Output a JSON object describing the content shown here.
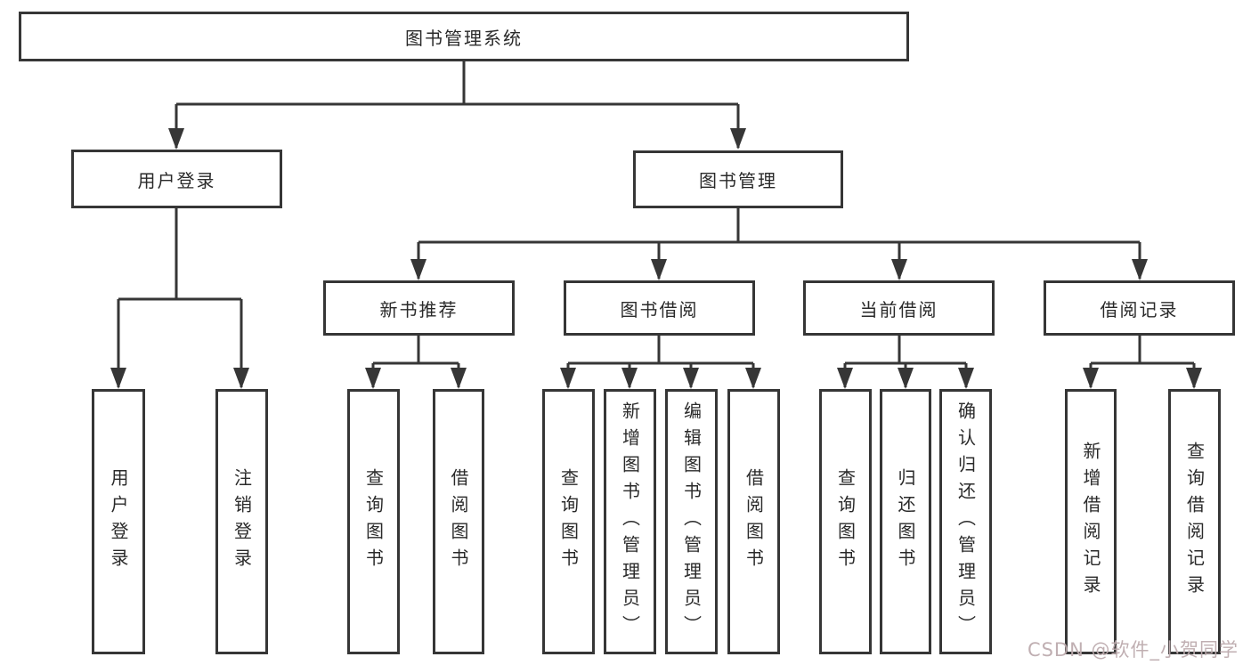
{
  "diagram": {
    "root": {
      "label": "图书管理系统"
    },
    "level1": [
      {
        "label": "用户登录"
      },
      {
        "label": "图书管理"
      }
    ],
    "level2": [
      {
        "label": "新书推荐"
      },
      {
        "label": "图书借阅"
      },
      {
        "label": "当前借阅"
      },
      {
        "label": "借阅记录"
      }
    ],
    "leaves": [
      {
        "label": "用户登录"
      },
      {
        "label": "注销登录"
      },
      {
        "label": "查询图书"
      },
      {
        "label": "借阅图书"
      },
      {
        "label": "查询图书"
      },
      {
        "label": "新增图书（管理员）"
      },
      {
        "label": "编辑图书（管理员）"
      },
      {
        "label": "借阅图书"
      },
      {
        "label": "查询图书"
      },
      {
        "label": "归还图书"
      },
      {
        "label": "确认归还（管理员）"
      },
      {
        "label": "新增借阅记录"
      },
      {
        "label": "查询借阅记录"
      }
    ]
  },
  "watermark": {
    "text": "CSDN @软件_小贺同学"
  },
  "colors": {
    "line": "#363636",
    "box_border": "#363636",
    "box_fill": "#ffffff",
    "text": "#2a2a2a",
    "watermark": "#bdabae"
  }
}
